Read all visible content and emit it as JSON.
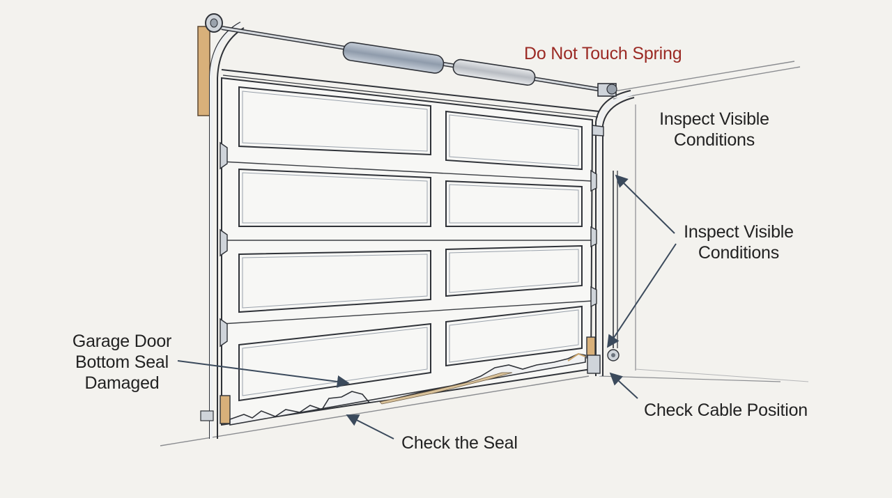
{
  "colors": {
    "background": "#f3f2ee",
    "line": "#2f3238",
    "metal": "#d9dde2",
    "spring": "#9aa6b4",
    "wood": "#d8b07a",
    "warning_text": "#9b2a24",
    "arrow": "#3b4a5c"
  },
  "labels": {
    "spring_warning": "Do Not Touch Spring",
    "inspect_top_line1": "Inspect Visible",
    "inspect_top_line2": "Conditions",
    "inspect_mid_line1": "Inspect Visible",
    "inspect_mid_line2": "Conditions",
    "bottom_seal_line1": "Garage Door",
    "bottom_seal_line2": "Bottom Seal",
    "bottom_seal_line3": "Damaged",
    "check_cable": "Check Cable Position",
    "check_seal": "Check the Seal"
  }
}
